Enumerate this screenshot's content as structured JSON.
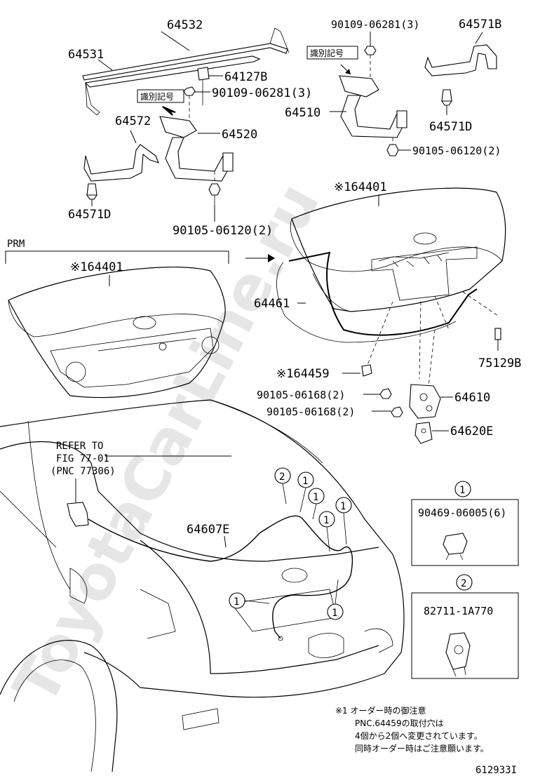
{
  "watermark": "ToyotaCarLine.ru",
  "labels": {
    "p64532": "64532",
    "p64531": "64531",
    "p64127B": "64127B",
    "p90109_left": "90109-06281(3)",
    "p64572": "64572",
    "p64520": "64520",
    "p64571D_left": "64571D",
    "p90105_left": "90105-06120(2)",
    "p90109_right": "90109-06281(3)",
    "p64571B": "64571B",
    "p64510": "64510",
    "p64571D_right": "64571D",
    "p90105_right": "90105-06120(2)",
    "p164401_right": "※164401",
    "p164401_left": "※164401",
    "prm": "PRM",
    "p64461": "64461",
    "p75129B": "75129B",
    "p164459": "※164459",
    "p90105_06168_a": "90105-06168(2)",
    "p90105_06168_b": "90105-06168(2)",
    "p64610": "64610",
    "p64620E": "64620E",
    "refer_line1": "REFER TO",
    "refer_line2": "FIG 77-01",
    "refer_line3": "(PNC 77306)",
    "p64607E": "64607E",
    "id_mark_left": "識別記号",
    "id_mark_right": "識別記号"
  },
  "callouts": {
    "c1": "1",
    "c2": "2"
  },
  "detail_boxes": [
    {
      "callout": "1",
      "part": "90469-06005(6)"
    },
    {
      "callout": "2",
      "part": "82711-1A770"
    }
  ],
  "footnote": {
    "line1": "※1 オーダー時の御注意",
    "line2": "PNC.64459の取付穴は",
    "line3": "4個から2個へ変更されています。",
    "line4": "同時オーダー時はご注意願います。"
  },
  "figure_id": "612933I"
}
